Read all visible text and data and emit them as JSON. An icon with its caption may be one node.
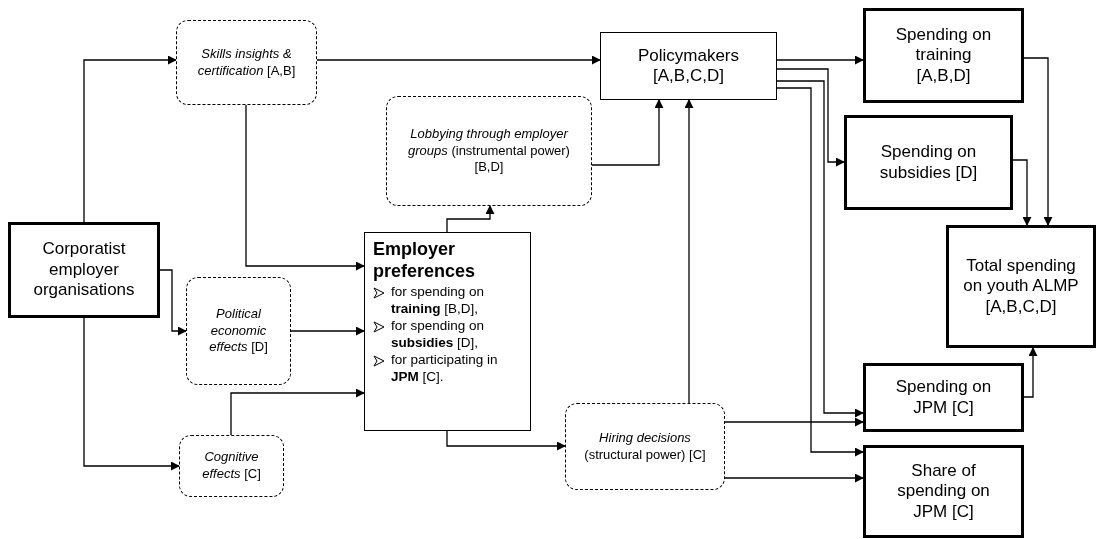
{
  "diagram": {
    "nodes": [
      {
        "text": [
          "Corporatist employer organisations"
        ]
      },
      {
        "text": [
          "*Skills insights & certification* [A,B]"
        ]
      },
      {
        "text": [
          "*Lobbying through employer groups* (instrumental power) [B,D]"
        ]
      },
      {
        "text": [
          "Policymakers [A,B,C,D]"
        ]
      },
      {
        "text": [
          "Spending on training [A,B,D]"
        ]
      },
      {
        "text": [
          "Spending on subsidies [D]"
        ]
      },
      {
        "text": [
          "*Political economic effects* [D]"
        ]
      },
      {
        "text": [
          "Employer preferences",
          "for spending on **training** [B,D],",
          "for spending on **subsidies** [D],",
          "for participating in **JPM** [C]."
        ]
      },
      {
        "text": [
          "Total spending on youth ALMP [A,B,C,D]"
        ]
      },
      {
        "text": [
          "*Cognitive effects* [C]"
        ]
      },
      {
        "text": [
          "*Hiring decisions* (structural power) [C]"
        ]
      },
      {
        "text": [
          "Spending on JPM [C]"
        ]
      },
      {
        "text": [
          "Share of spending on JPM [C]"
        ]
      }
    ],
    "edges": [
      {
        "from": 0,
        "to": 1,
        "arrow": "to"
      },
      {
        "from": 0,
        "to": 6,
        "arrow": "to"
      },
      {
        "from": 0,
        "to": 9,
        "arrow": "to"
      },
      {
        "from": 1,
        "to": 3,
        "arrow": "to"
      },
      {
        "from": 1,
        "to": 7,
        "arrow": "to"
      },
      {
        "from": 6,
        "to": 7,
        "arrow": "to"
      },
      {
        "from": 9,
        "to": 7,
        "arrow": "to"
      },
      {
        "from": 7,
        "to": 2,
        "arrow": "to"
      },
      {
        "from": 2,
        "to": 3,
        "arrow": "to"
      },
      {
        "from": 7,
        "to": 10,
        "arrow": "to"
      },
      {
        "from": 10,
        "to": 3,
        "arrow": "to"
      },
      {
        "from": 3,
        "to": 4,
        "arrow": "to"
      },
      {
        "from": 3,
        "to": 5,
        "arrow": "to"
      },
      {
        "from": 3,
        "to": 11,
        "arrow": "to"
      },
      {
        "from": 3,
        "to": 12,
        "arrow": "to"
      },
      {
        "from": 10,
        "to": 11,
        "arrow": "to"
      },
      {
        "from": 10,
        "to": 12,
        "arrow": "to"
      },
      {
        "from": 4,
        "to": 8,
        "arrow": "to"
      },
      {
        "from": 5,
        "to": 8,
        "arrow": "to"
      },
      {
        "from": 11,
        "to": 8,
        "arrow": "to"
      }
    ]
  }
}
